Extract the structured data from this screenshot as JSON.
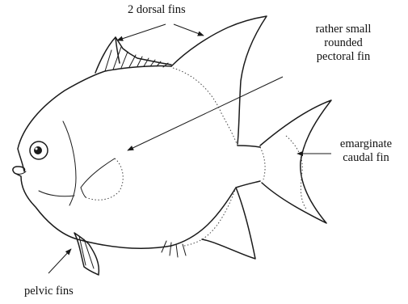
{
  "labels": {
    "dorsal_fins": "2 dorsal fins",
    "pectoral_line1": "rather small",
    "pectoral_line2": "rounded",
    "pectoral_line3": "pectoral fin",
    "caudal_line1": "emarginate",
    "caudal_line2": "caudal fin",
    "pelvic_fins": "pelvic fins"
  }
}
